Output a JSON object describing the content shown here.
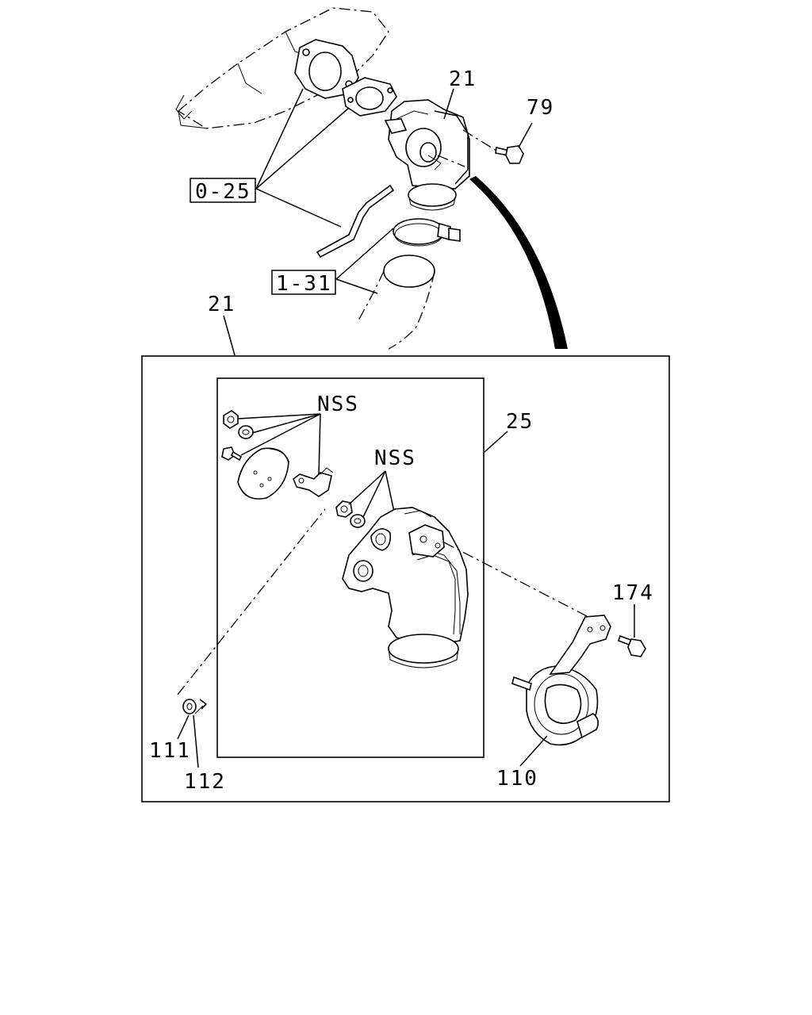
{
  "labels": {
    "ref_0_25": "0-25",
    "ref_1_31": "1-31",
    "part_21_top": "21",
    "part_79": "79",
    "part_21_left": "21",
    "part_25": "25",
    "nss_upper": "NSS",
    "nss_lower": "NSS",
    "part_174": "174",
    "part_111": "111",
    "part_112": "112",
    "part_110": "110"
  }
}
